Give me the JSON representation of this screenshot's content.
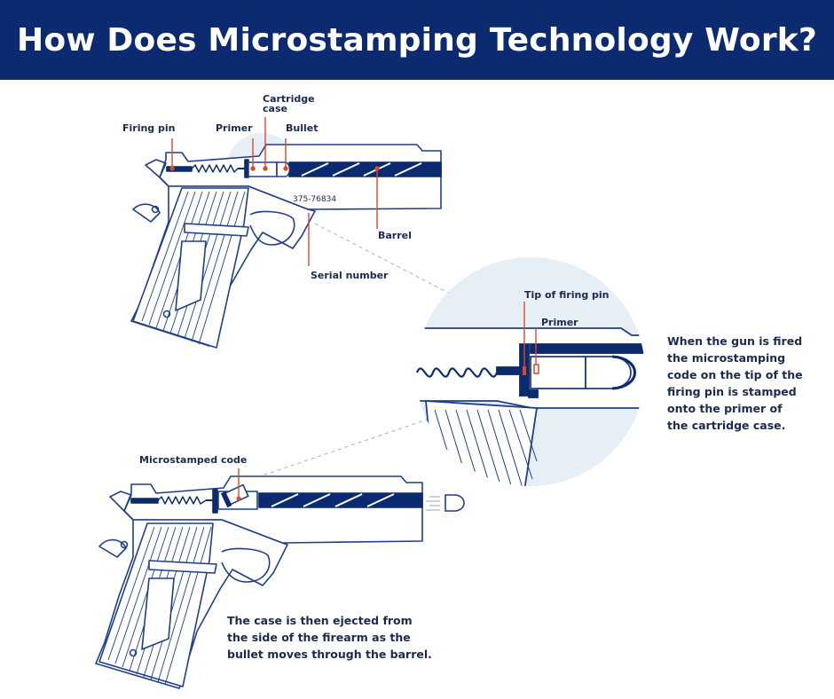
{
  "title": "How Does Microstamping Technology Work?",
  "labels": {
    "firing_pin": "Firing pin",
    "primer": "Primer",
    "cartridge_case_line1": "Cartridge",
    "cartridge_case_line2": "case",
    "bullet": "Bullet",
    "barrel": "Barrel",
    "serial_number": "Serial number",
    "serial_value": "375-76834",
    "tip_of_firing_pin": "Tip of firing pin",
    "primer_zoom": "Primer",
    "microstamped_code": "Microstamped code"
  },
  "descriptions": {
    "fired": [
      "When the gun is fired",
      "the microstamping",
      "code on the tip of the",
      "firing pin is stamped",
      "onto the primer of",
      "the cartridge case."
    ],
    "ejected": [
      "The case is then ejected from",
      "the side of the firearm as the",
      "bullet moves through the barrel."
    ]
  },
  "colors": {
    "navy": "#0b2a6f",
    "outline": "#1f3f8a",
    "accent": "#d94a2b",
    "zoom_fill": "#e6eef6"
  }
}
